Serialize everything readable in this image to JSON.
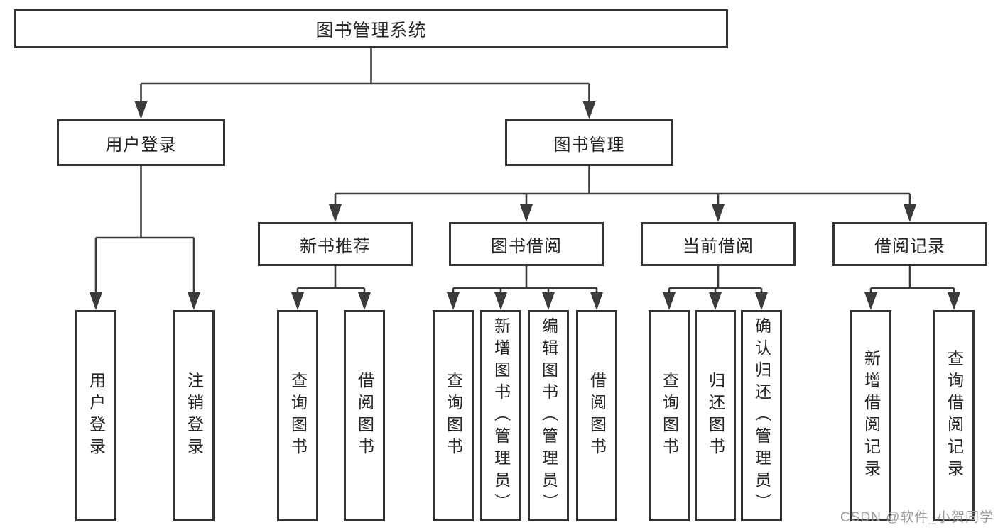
{
  "diagram": {
    "root": {
      "label": "图书管理系统"
    },
    "branches": [
      {
        "label": "用户登录",
        "children": [
          {
            "label": "用户登录"
          },
          {
            "label": "注销登录"
          }
        ]
      },
      {
        "label": "图书管理",
        "children": [
          {
            "label": "新书推荐",
            "children": [
              {
                "label": "查询图书"
              },
              {
                "label": "借阅图书"
              }
            ]
          },
          {
            "label": "图书借阅",
            "children": [
              {
                "label": "查询图书"
              },
              {
                "label": "新增图书（管理员）"
              },
              {
                "label": "编辑图书（管理员）"
              },
              {
                "label": "借阅图书"
              }
            ]
          },
          {
            "label": "当前借阅",
            "children": [
              {
                "label": "查询图书"
              },
              {
                "label": "归还图书"
              },
              {
                "label": "确认归还（管理员）"
              }
            ]
          },
          {
            "label": "借阅记录",
            "children": [
              {
                "label": "新增借阅记录"
              },
              {
                "label": "查询借阅记录"
              }
            ]
          }
        ]
      }
    ]
  },
  "watermark": {
    "text": "CSDN @软件_小贺同学"
  },
  "colors": {
    "line": "#3b3b3b",
    "border": "#333333",
    "text": "#262626",
    "background": "#ffffff",
    "watermark": "#9c9c9c"
  }
}
